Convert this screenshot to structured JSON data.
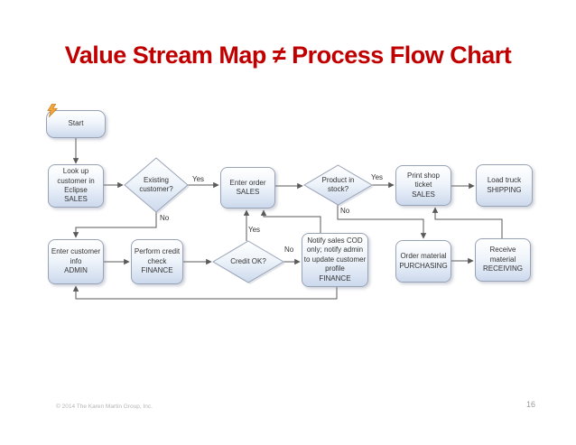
{
  "title": "Value Stream Map ≠ Process Flow Chart",
  "flowchart": {
    "nodes": {
      "start": {
        "label": "Start"
      },
      "lookup": {
        "label": "Look up\ncustomer in\nEclipse\nSALES"
      },
      "existing": {
        "label": "Existing\ncustomer?"
      },
      "enter_order": {
        "label": "Enter order\nSALES"
      },
      "product_stock": {
        "label": "Product in\nstock?"
      },
      "print_ticket": {
        "label": "Print shop\nticket\nSALES"
      },
      "load_truck": {
        "label": "Load truck\nSHIPPING"
      },
      "enter_customer": {
        "label": "Enter customer\ninfo\nADMIN"
      },
      "credit_check": {
        "label": "Perform credit\ncheck\nFINANCE"
      },
      "credit_ok": {
        "label": "Credit OK?"
      },
      "notify": {
        "label": "Notify sales COD\nonly; notify admin\nto update customer\nprofile\nFINANCE"
      },
      "order_material": {
        "label": "Order material\nPURCHASING"
      },
      "receive_material": {
        "label": "Receive\nmaterial\nRECEIVING"
      }
    },
    "edge_labels": {
      "existing_yes": "Yes",
      "existing_no": "No",
      "product_yes": "Yes",
      "product_no": "No",
      "credit_yes": "Yes",
      "credit_no": "No"
    },
    "icons": {
      "start_bolt": "lightning-bolt-icon"
    }
  },
  "footer": {
    "copyright": "© 2014 The Karen Martin Group, Inc.",
    "page_number": "16"
  },
  "colors": {
    "title_red": "#C00000",
    "box_border": "#99a3b6",
    "box_fill_top": "#ffffff",
    "box_fill_bottom": "#ccd9ed",
    "line_color": "#5a5a5a",
    "bolt_orange": "#F2A63B"
  }
}
